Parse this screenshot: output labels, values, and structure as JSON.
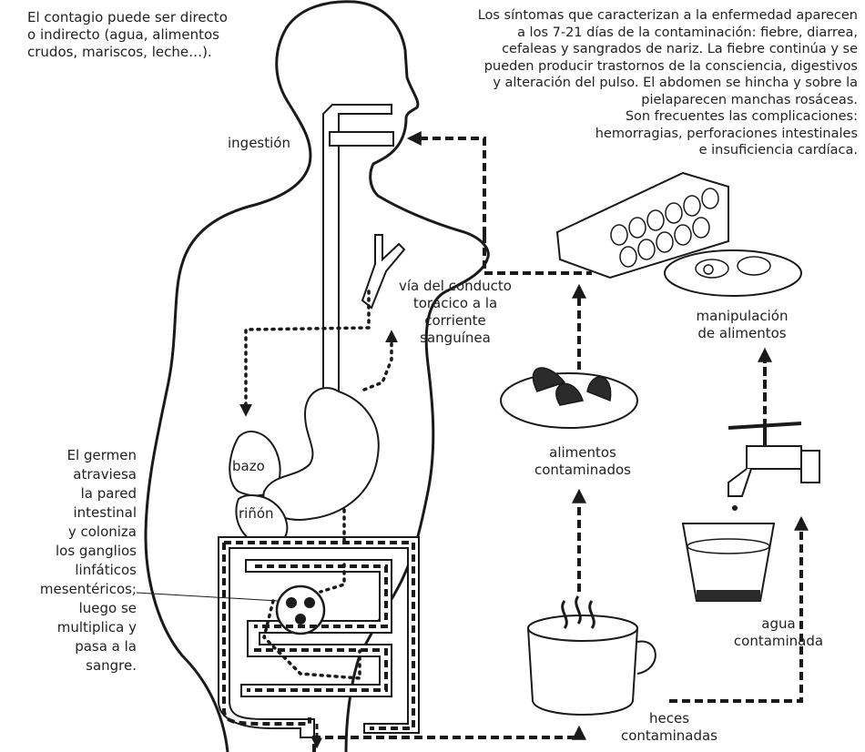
{
  "texts": {
    "contagion": "El contagio puede ser directo\no indirecto (agua, alimentos\ncrudos, mariscos, leche…).",
    "symptoms": "Los síntomas que caracterizan a la enfermedad aparecen\na los 7-21 días de la contaminación: fiebre, diarrea,\ncefaleas y sangrados de nariz. La fiebre continúa y se\npueden producir trastornos de la consciencia, digestivos\ny alteración del pulso. El abdomen se hincha y sobre la\npielaparecen manchas rosáceas.\nSon frecuentes las complicaciones:\nhemorragias, perforaciones intestinales\ne insuficiencia cardíaca.",
    "ingestion": "ingestión",
    "thoracic_duct": "vía del conducto\ntorácico a la\ncorriente\nsanguínea",
    "spleen": "bazo",
    "kidney": "riñón",
    "germ": "El germen\natraviesa\nla pared\nintestinal\ny coloniza\nlos ganglios\nlinfáticos\nmesentéricos;\nluego se\nmultiplica y\npasa a la\nsangre.",
    "food_handling": "manipulación\nde alimentos",
    "contaminated_food": "alimentos\ncontaminados",
    "contaminated_water": "agua\ncontaminada",
    "contaminated_feces": "heces\ncontaminadas"
  },
  "colors": {
    "line": "#1a1a1a",
    "fill": "#ffffff",
    "dark": "#2b2b2b"
  }
}
